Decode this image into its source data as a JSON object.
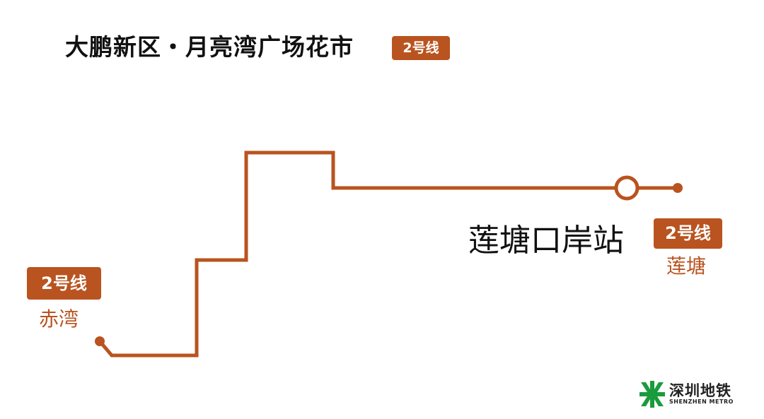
{
  "title": "大鹏新区・月亮湾广场花市",
  "title_line_badge": "2号线",
  "line": {
    "name": "2号线",
    "color": "#b9531f"
  },
  "start_terminus": {
    "line": "2号线",
    "name": "赤湾"
  },
  "end_terminus": {
    "line": "2号线",
    "name": "莲塘"
  },
  "station": {
    "name": "莲塘口岸站"
  },
  "logo": {
    "name": "深圳地铁",
    "subtitle": "SHENZHEN METRO",
    "color": "#1a9b3c"
  }
}
